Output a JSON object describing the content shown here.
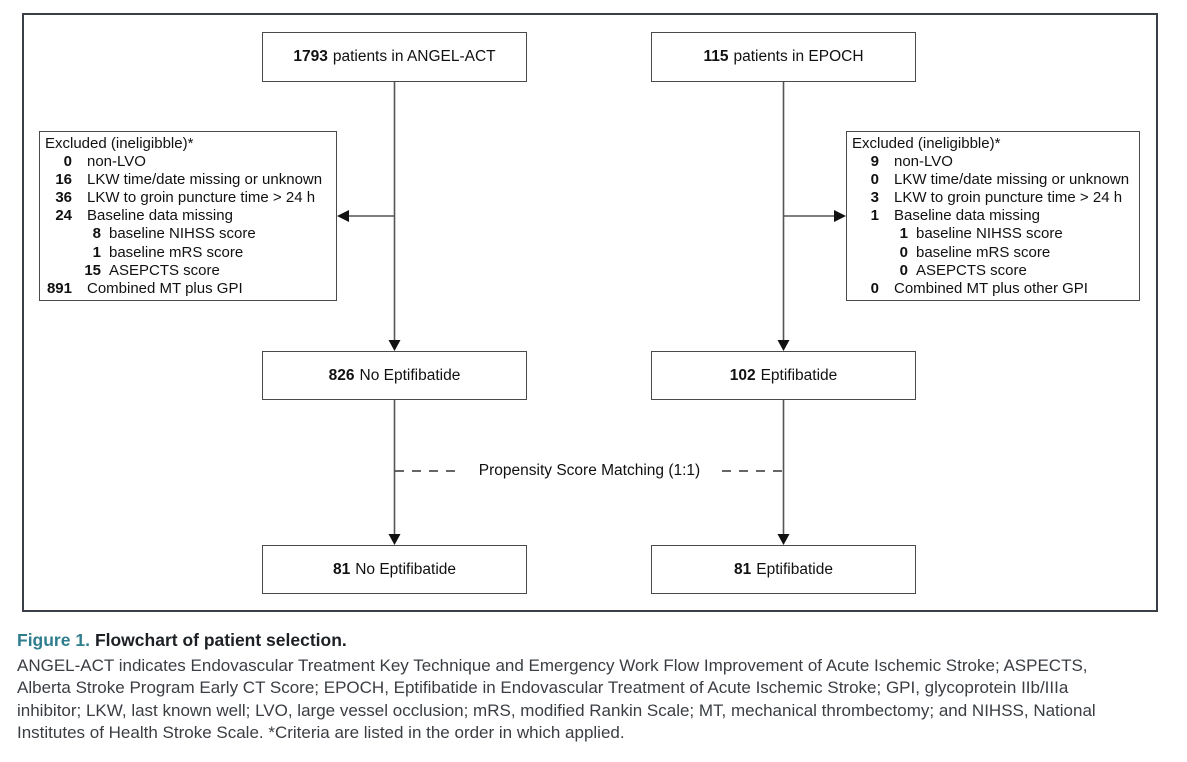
{
  "figure": {
    "label": "Figure 1.",
    "title": "Flowchart of patient selection.",
    "caption_lines": [
      "ANGEL-ACT indicates Endovascular Treatment Key Technique and Emergency Work Flow Improvement of Acute Ischemic Stroke; ASPECTS,",
      "Alberta Stroke Program Early CT Score; EPOCH, Eptifibatide in Endovascular Treatment of Acute Ischemic Stroke; GPI, glycoprotein IIb/IIIa",
      "inhibitor; LKW, last known well; LVO, large vessel occlusion; mRS, modified Rankin Scale; MT, mechanical thrombectomy; and NIHSS, National",
      "Institutes of Health Stroke Scale. *Criteria are listed in the order in which applied."
    ]
  },
  "flowchart": {
    "top_left": {
      "count": "1793",
      "label": "patients in ANGEL-ACT"
    },
    "top_right": {
      "count": "115",
      "label": "patients in EPOCH"
    },
    "excluded_left": {
      "title": "Excluded (ineligibble)*",
      "items": [
        {
          "n": "0",
          "label": "non-LVO"
        },
        {
          "n": "16",
          "label": "LKW time/date missing or unknown"
        },
        {
          "n": "36",
          "label": "LKW to groin puncture time > 24 h"
        },
        {
          "n": "24",
          "label": "Baseline data missing"
        },
        {
          "n": "8",
          "label": "baseline NIHSS score"
        },
        {
          "n": "1",
          "label": "baseline mRS score"
        },
        {
          "n": "15",
          "label": "ASEPCTS score"
        },
        {
          "n": "891",
          "label": "Combined MT plus GPI"
        }
      ]
    },
    "excluded_right": {
      "title": "Excluded (ineligibble)*",
      "items": [
        {
          "n": "9",
          "label": "non-LVO"
        },
        {
          "n": "0",
          "label": "LKW time/date missing or unknown"
        },
        {
          "n": "3",
          "label": "LKW to groin puncture time > 24 h"
        },
        {
          "n": "1",
          "label": "Baseline data missing"
        },
        {
          "n": "1",
          "label": "baseline NIHSS score"
        },
        {
          "n": "0",
          "label": "baseline mRS score"
        },
        {
          "n": "0",
          "label": "ASEPCTS score"
        },
        {
          "n": "0",
          "label": "Combined MT plus other GPI"
        }
      ]
    },
    "mid_left": {
      "count": "826",
      "label": "No Eptifibatide"
    },
    "mid_right": {
      "count": "102",
      "label": "Eptifibatide"
    },
    "matching_label": "Propensity Score Matching (1:1)",
    "bottom_left": {
      "count": "81",
      "label": "No Eptifibatide"
    },
    "bottom_right": {
      "count": "81",
      "label": "Eptifibatide"
    }
  },
  "colors": {
    "figure_label_teal": "#2e7e8e",
    "caption_title": "#1c2024",
    "caption_text": "#3a3e43",
    "box_border": "#4a4a4a",
    "frame_border": "#3a3f47",
    "connector_line": "#555555",
    "arrowhead": "#111111"
  }
}
